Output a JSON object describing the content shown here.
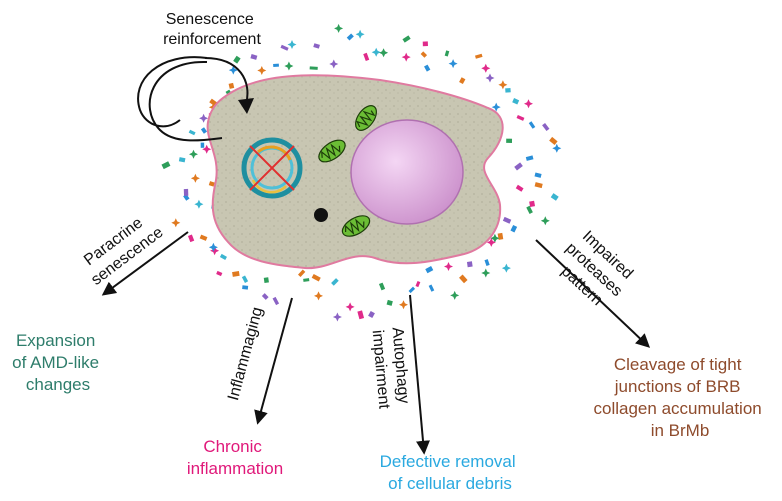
{
  "labels": {
    "senescence_reinforcement": [
      "Senescence",
      "reinforcement"
    ],
    "paracrine": [
      "Paracrine",
      "senescence"
    ],
    "inflammaging": "Inflammaging",
    "autophagy": [
      "Autophagy",
      "impairment"
    ],
    "proteases": [
      "Impaired",
      "proteases",
      "pattern"
    ]
  },
  "outcomes": {
    "amd": [
      "Expansion",
      "of AMD-like",
      "changes"
    ],
    "inflammation": [
      "Chronic",
      "inflammation"
    ],
    "debris": [
      "Defective removal",
      "of cellular debris"
    ],
    "cleavage": [
      "Cleavage of tight",
      "junctions of BRB",
      "collagen accumulation",
      "in BrMb"
    ]
  },
  "colors": {
    "amd": "#2e7d6b",
    "inflammation": "#e0197a",
    "debris": "#2aa9e0",
    "cleavage": "#8e4b2c",
    "cell_fill": "#c8c6b2",
    "cell_border": "#e07aa0",
    "nucleus": "#d9a0d9",
    "mitochondria": "#66bb33",
    "sasp": [
      "#2a8fd8",
      "#2e9e5a",
      "#e07a20",
      "#8a62c4",
      "#e02a8a",
      "#3ab5d0"
    ]
  }
}
